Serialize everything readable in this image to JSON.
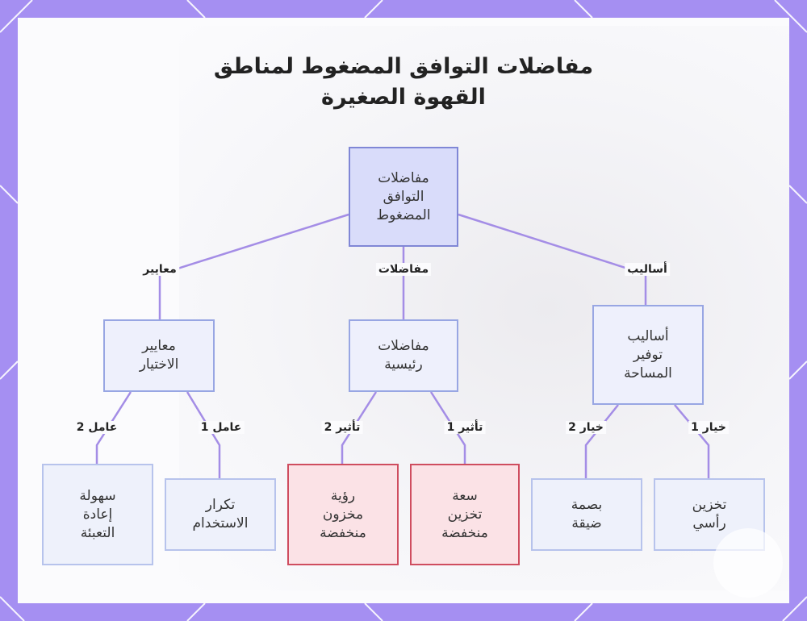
{
  "title": {
    "line1": "مفاضلات التوافق المضغوط لمناطق",
    "line2": "القهوة الصغيرة"
  },
  "nodes": {
    "root": "مفاضلات\nالتوافق\nالمضغوط",
    "criteria": "معايير\nالاختيار",
    "tradeoffs": "مفاضلات\nرئيسية",
    "methods": "أساليب\nتوفير\nالمساحة",
    "ease_refill": "سهولة\nإعادة\nالتعبئة",
    "usage_freq": "تكرار\nالاستخدام",
    "inventory_vis": "رؤية\nمخزون\nمنخفضة",
    "storage_cap": "سعة\nتخزين\nمنخفضة",
    "small_footprint": "بصمة\nضيقة",
    "vertical_storage": "تخزين\nرأسي"
  },
  "edges": {
    "to_criteria": "معايير",
    "to_tradeoffs": "مفاضلات",
    "to_methods": "أساليب",
    "factor2": "عامل 2",
    "factor1": "عامل 1",
    "impact2": "تأثير 2",
    "impact1": "تأثير 1",
    "option2": "خيار 2",
    "option1": "خيار 1"
  },
  "colors": {
    "frame": "#a58ff2",
    "connector": "#a48de6",
    "root_fill": "#d9dcfa",
    "highlight_border": "#cf4d5f",
    "highlight_fill": "#fbe2e6"
  }
}
